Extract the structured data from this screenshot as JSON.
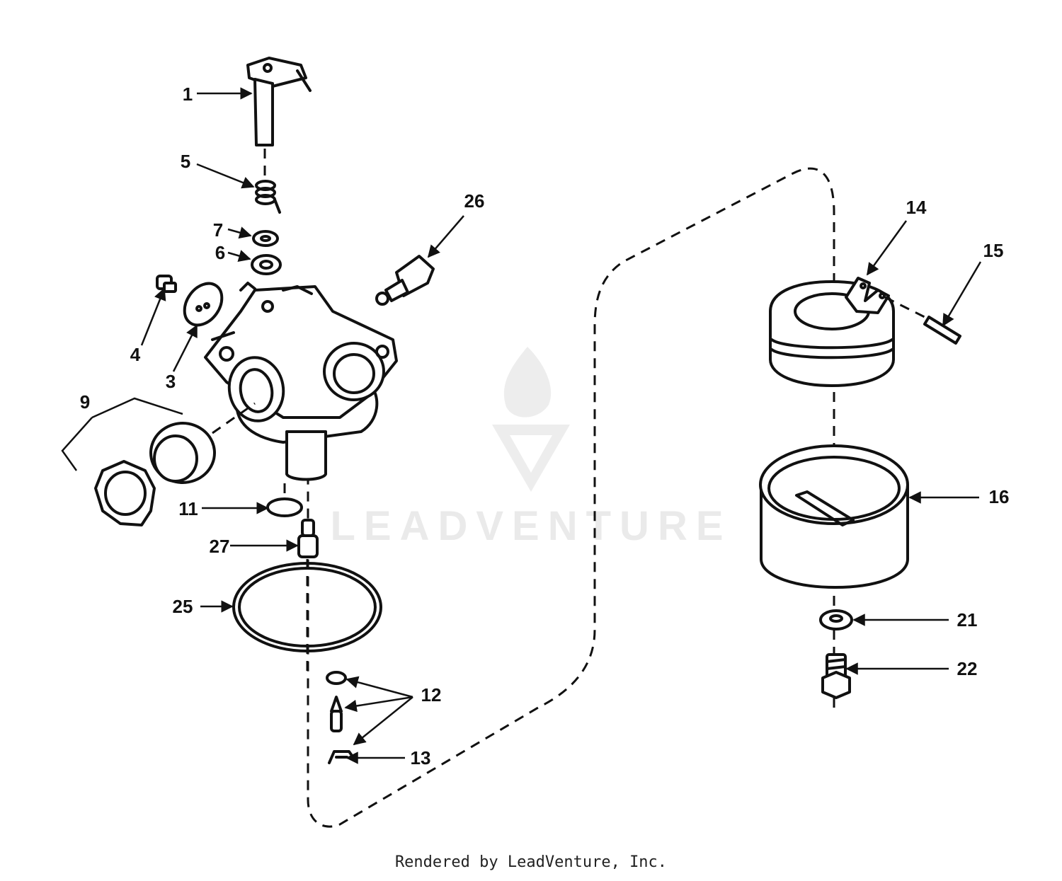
{
  "watermark": {
    "brand": "LEADVENTURE"
  },
  "footer": {
    "text": "Rendered by LeadVenture, Inc."
  },
  "callouts": {
    "c1": "1",
    "c3": "3",
    "c4": "4",
    "c5": "5",
    "c6": "6",
    "c7": "7",
    "c9": "9",
    "c11": "11",
    "c12": "12",
    "c13": "13",
    "c14": "14",
    "c15": "15",
    "c16": "16",
    "c21": "21",
    "c22": "22",
    "c25": "25",
    "c26": "26",
    "c27": "27"
  }
}
